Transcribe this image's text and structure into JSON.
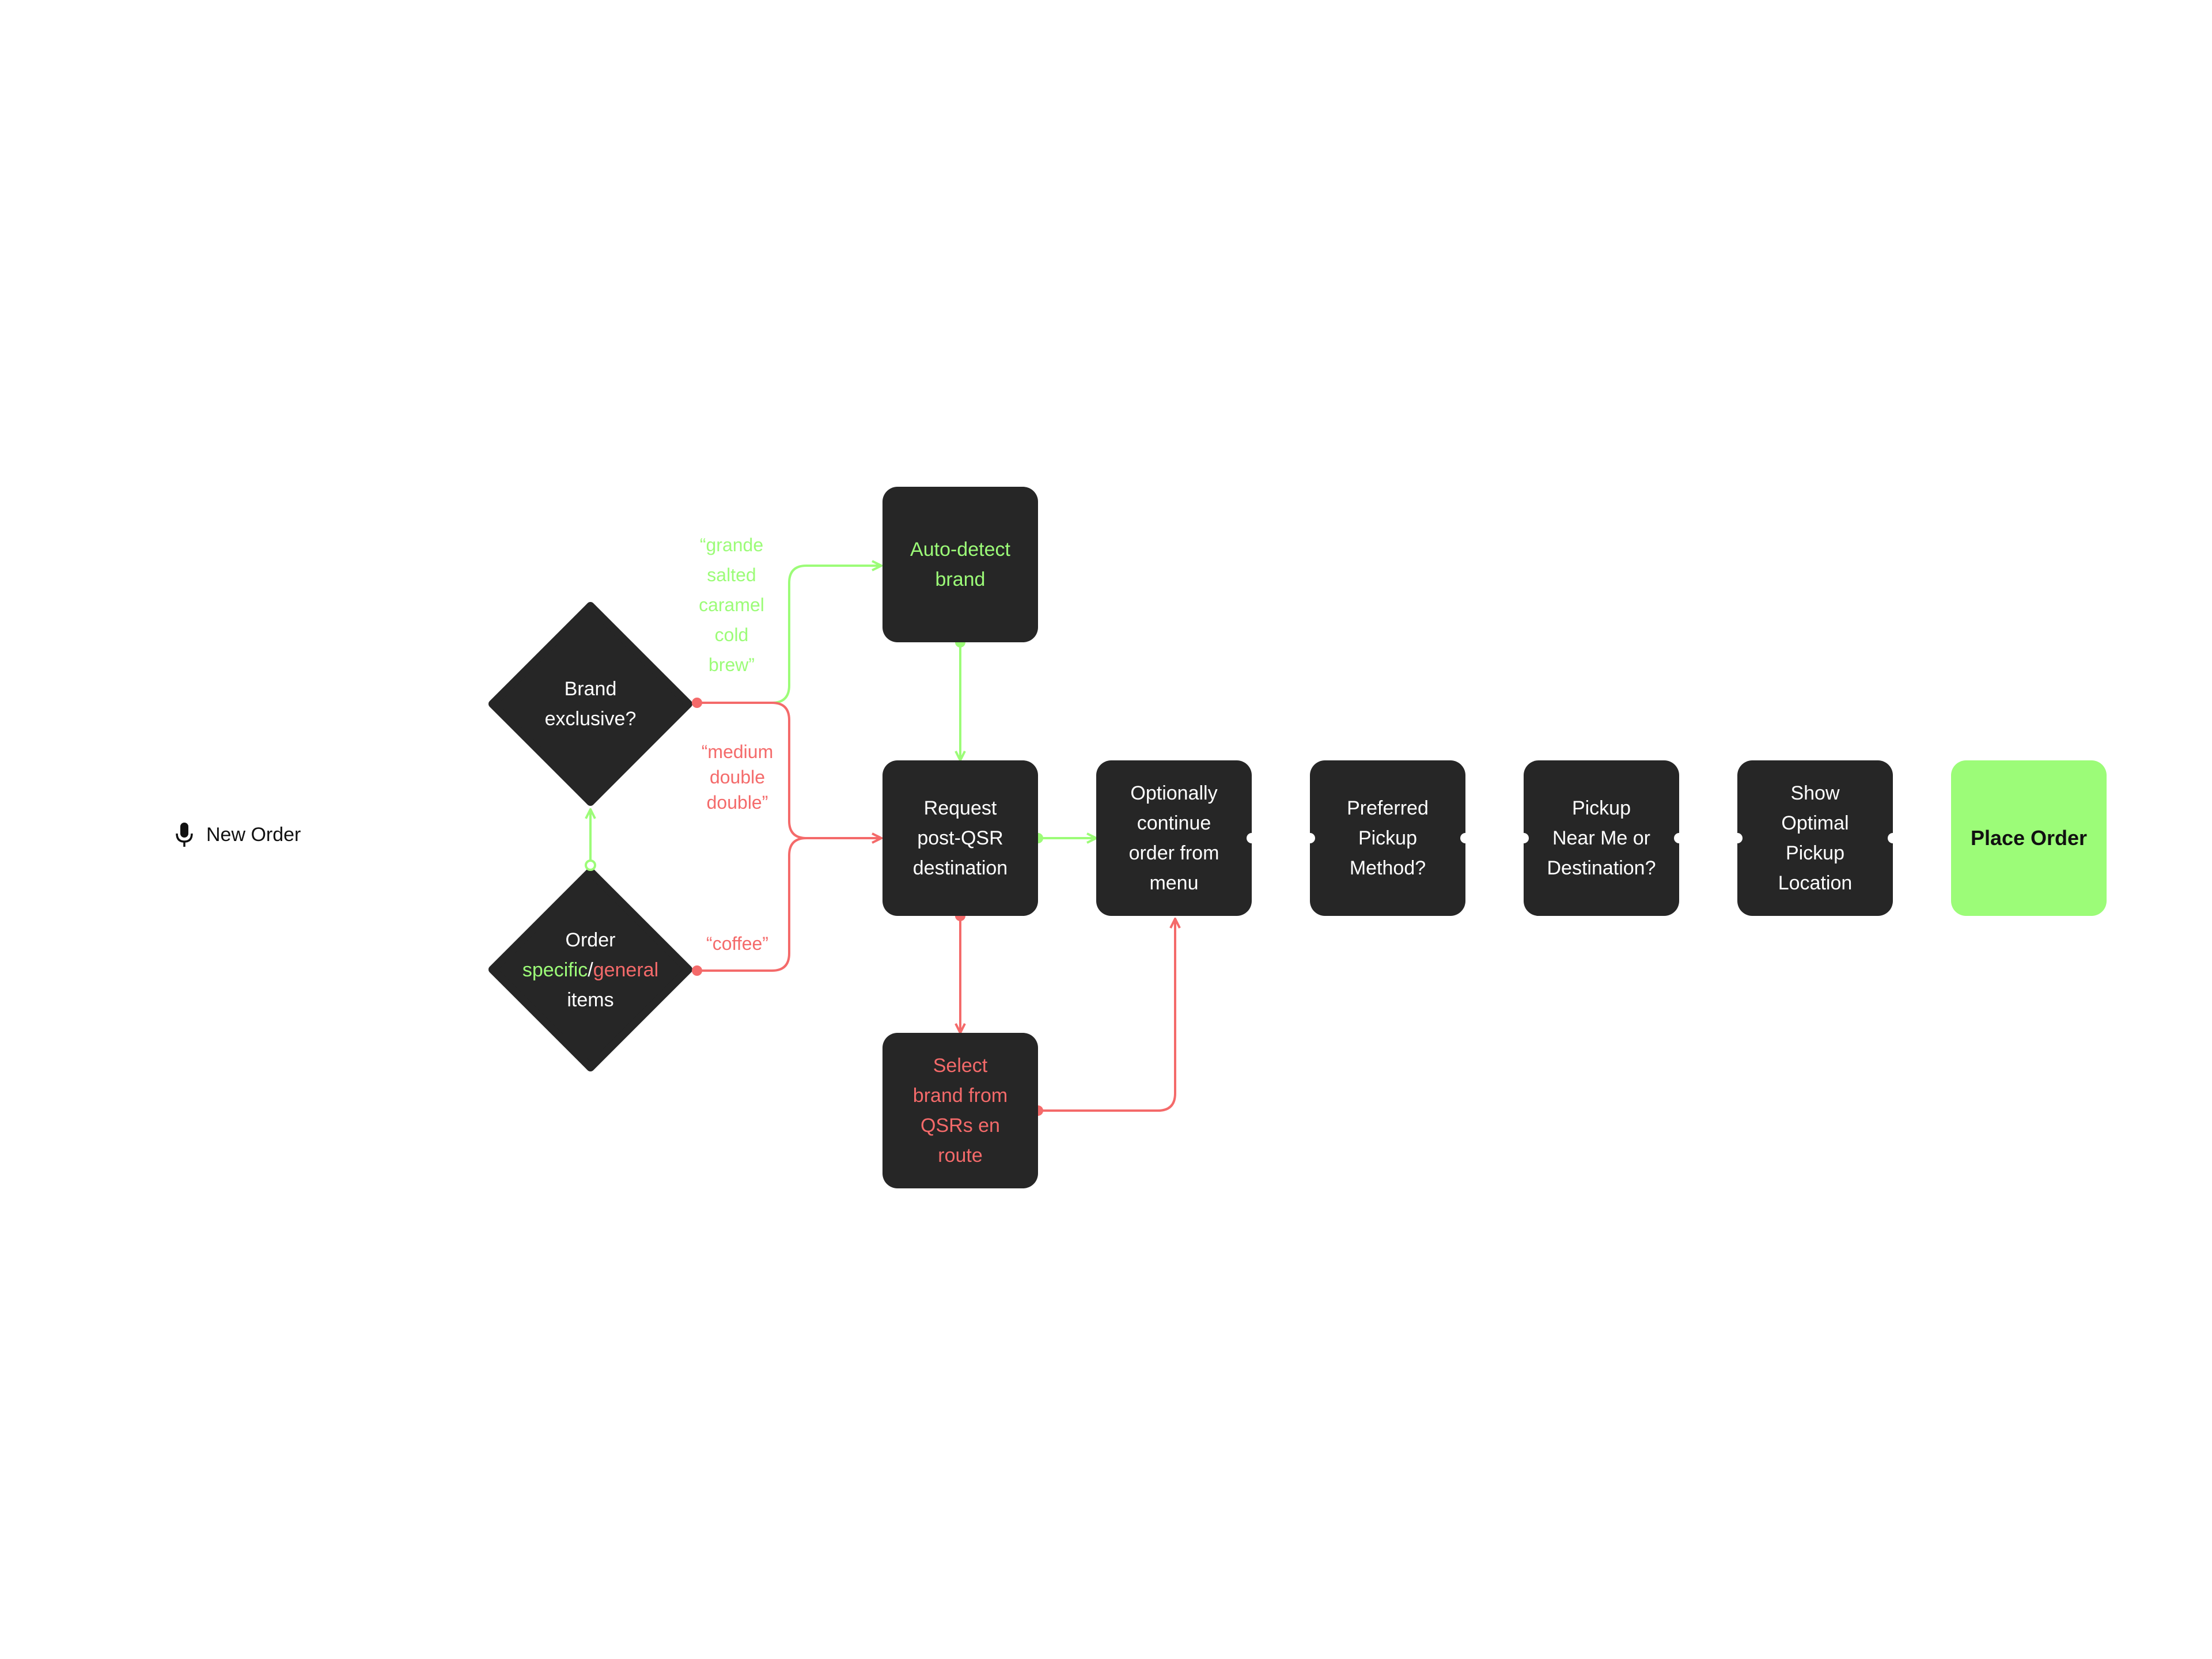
{
  "start": {
    "label": "New Order",
    "icon": "microphone-icon"
  },
  "decisions": {
    "order_items": {
      "line1": "Order",
      "specific": "specific",
      "sep": "/",
      "general": "general",
      "line3": "items"
    },
    "brand_exclusive": {
      "line1": "Brand",
      "line2": "exclusive?"
    }
  },
  "edge_labels": {
    "grande": [
      "“grande",
      "salted",
      "caramel",
      "cold",
      "brew”"
    ],
    "medium": [
      "“medium",
      "double",
      "double”"
    ],
    "coffee": "“coffee”"
  },
  "nodes": {
    "auto_detect": [
      "Auto-detect",
      "brand"
    ],
    "request_dest": [
      "Request",
      "post-QSR",
      "destination"
    ],
    "select_brand": [
      "Select",
      "brand from",
      "QSRs en",
      "route"
    ],
    "continue_menu": [
      "Optionally",
      "continue",
      "order from",
      "menu"
    ],
    "pickup_method": [
      "Preferred",
      "Pickup",
      "Method?"
    ],
    "pickup_near": [
      "Pickup",
      "Near Me or",
      "Destination?"
    ],
    "optimal_location": [
      "Show",
      "Optimal",
      "Pickup",
      "Location"
    ],
    "place_order": "Place Order"
  },
  "colors": {
    "node_bg": "#262626",
    "positive": "#9cfc78",
    "negative": "#f46a6a",
    "final_bg": "#9cfc78"
  }
}
